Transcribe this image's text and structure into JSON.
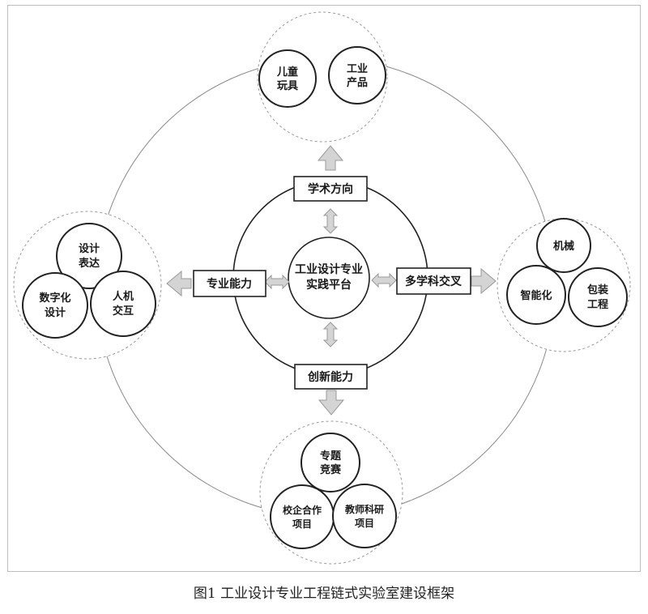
{
  "center": {
    "line1": "工业设计专业",
    "line2": "实践平台"
  },
  "connectors": {
    "top": "学术方向",
    "left": "专业能力",
    "right": "多学科交叉",
    "bottom": "创新能力"
  },
  "clusters": {
    "top": [
      {
        "line1": "儿童",
        "line2": "玩具"
      },
      {
        "line1": "工业",
        "line2": "产品"
      }
    ],
    "left": [
      {
        "line1": "设计",
        "line2": "表达"
      },
      {
        "line1": "数字化",
        "line2": "设计"
      },
      {
        "line1": "人机",
        "line2": "交互"
      }
    ],
    "right": [
      {
        "line1": "机械",
        "line2": ""
      },
      {
        "line1": "智能化",
        "line2": ""
      },
      {
        "line1": "包装",
        "line2": "工程"
      }
    ],
    "bottom": [
      {
        "line1": "专题",
        "line2": "竞赛"
      },
      {
        "line1": "校企合作",
        "line2": "项目"
      },
      {
        "line1": "教师科研",
        "line2": "项目"
      }
    ]
  },
  "caption": "图1 工业设计专业工程链式实验室建设框架"
}
